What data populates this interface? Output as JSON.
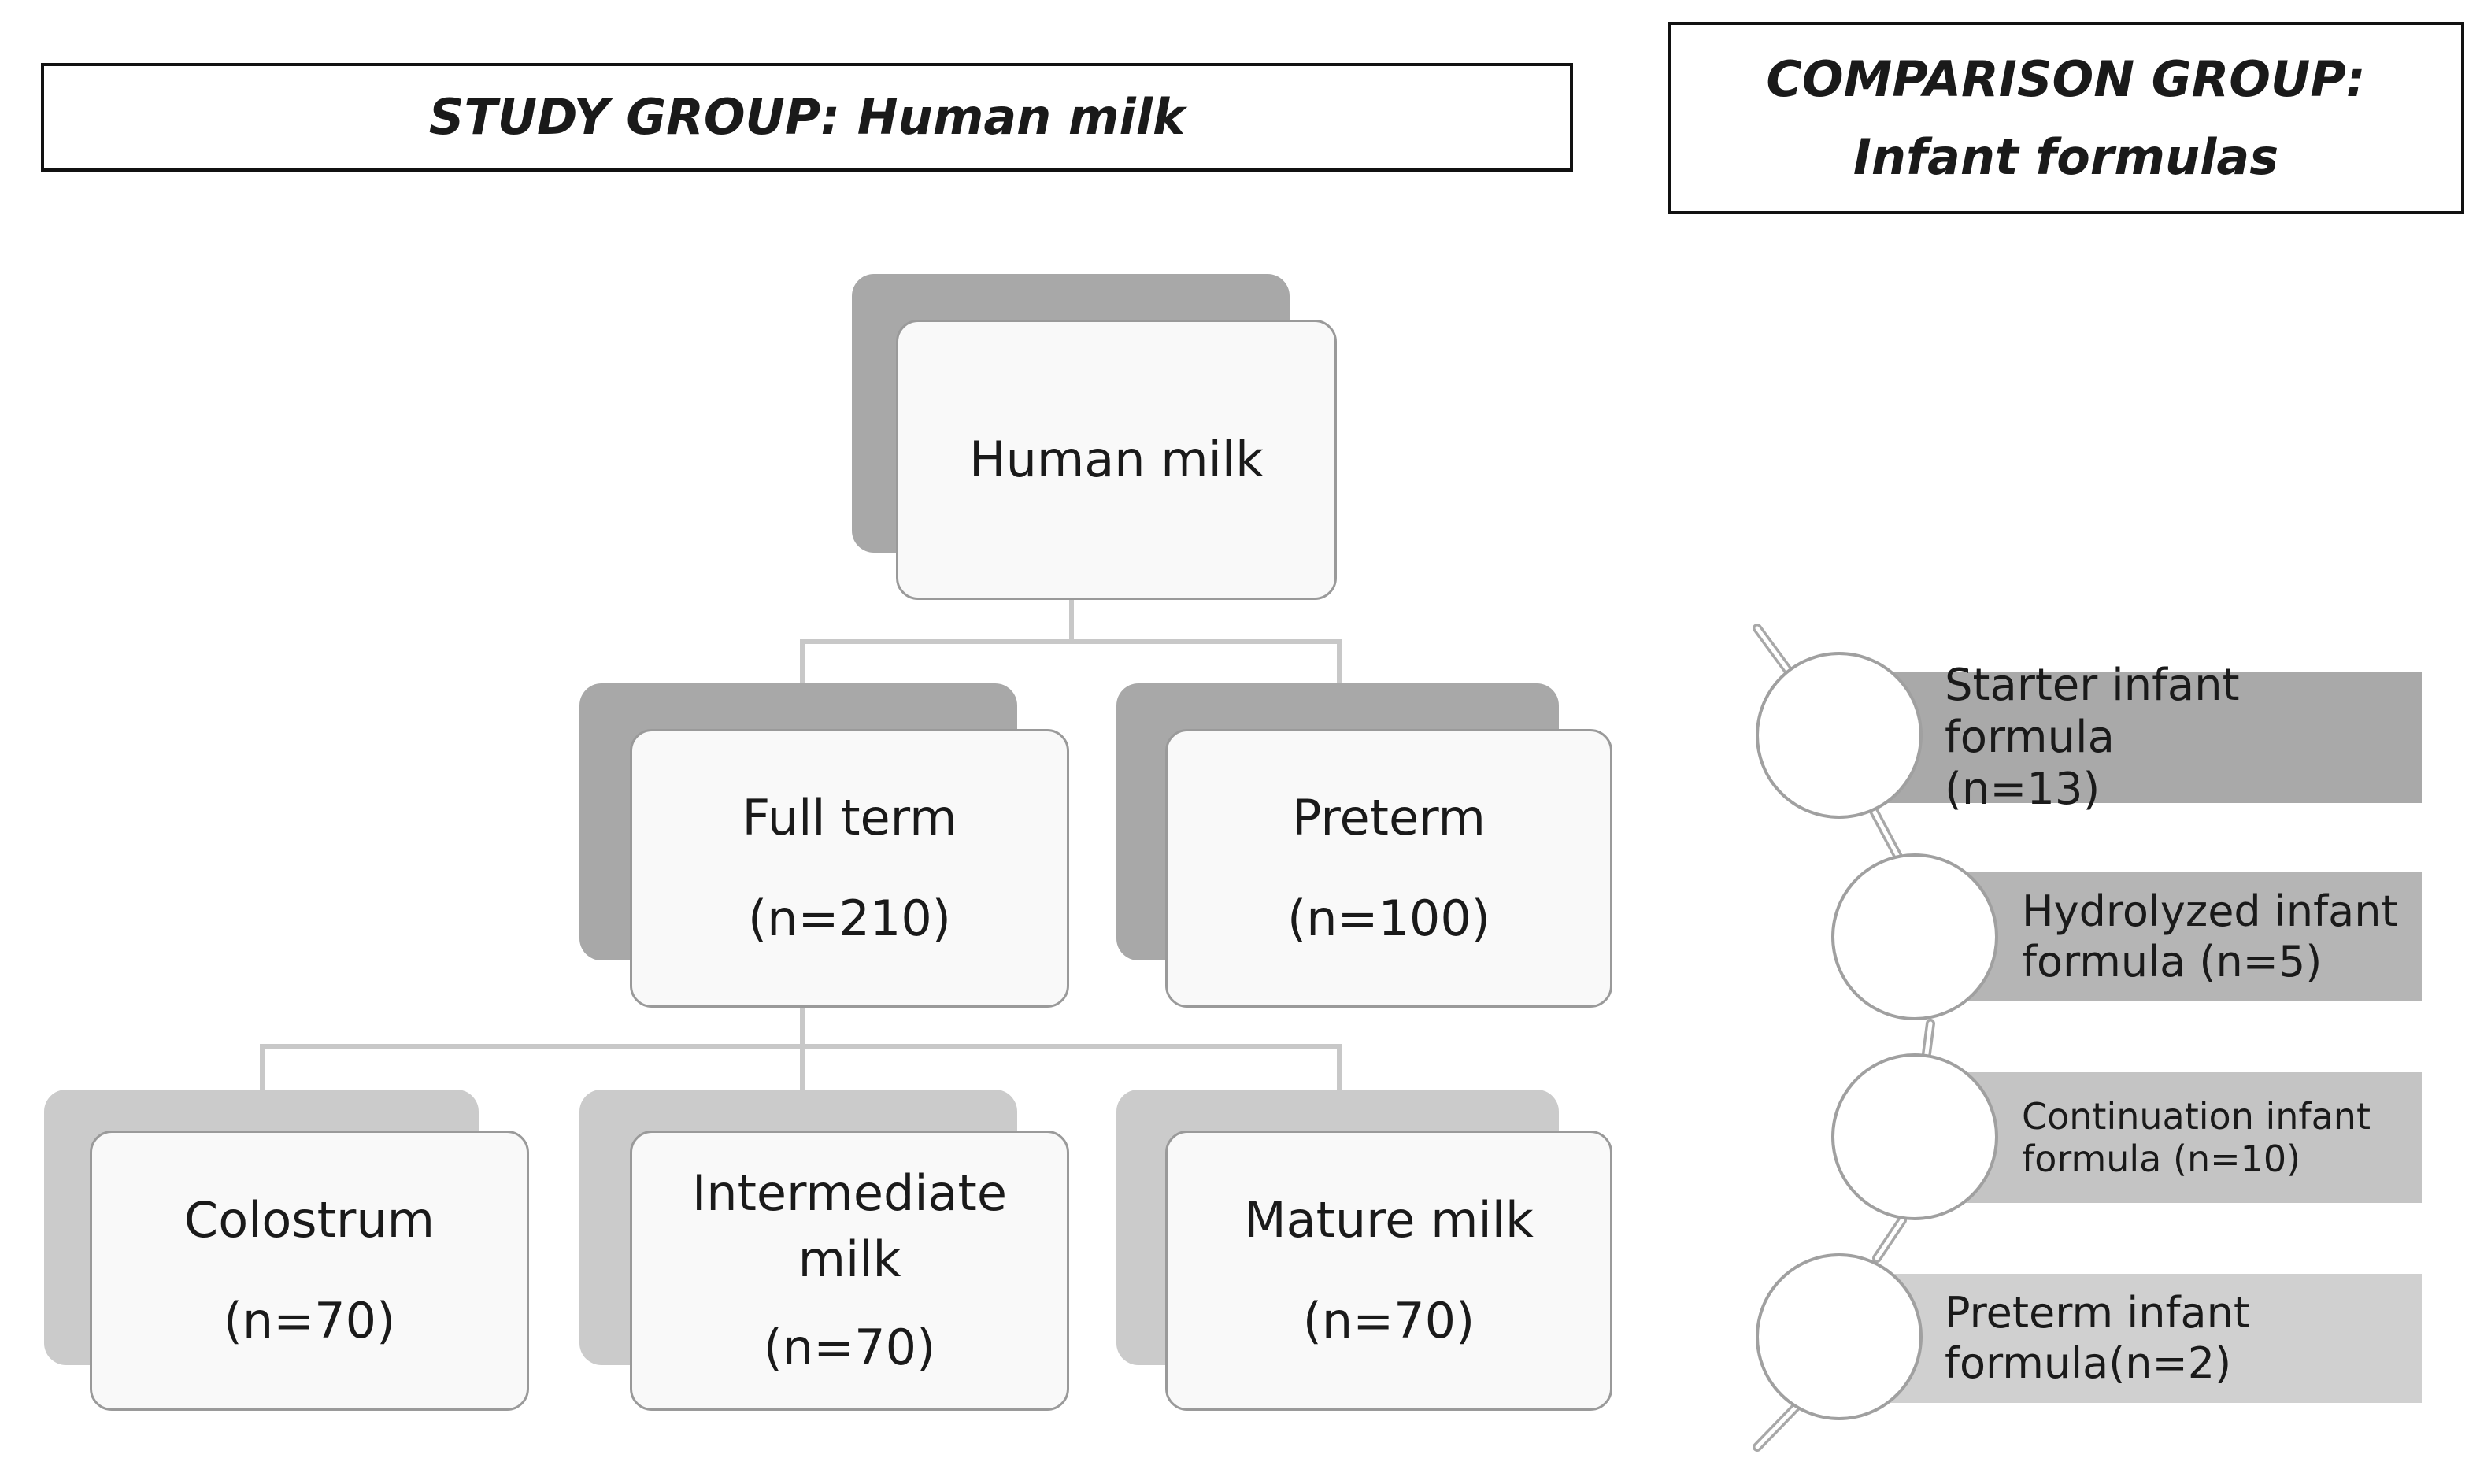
{
  "study_group": {
    "title": "STUDY GROUP: Human milk"
  },
  "comparison_group": {
    "title_line1": "COMPARISON GROUP:",
    "title_line2": "Infant formulas"
  },
  "tree": {
    "root": {
      "label": "Human milk"
    },
    "full_term": {
      "label": "Full term",
      "count": "(n=210)"
    },
    "preterm": {
      "label": "Preterm",
      "count": "(n=100)"
    },
    "colostrum": {
      "label": "Colostrum",
      "count": "(n=70)"
    },
    "intermediate": {
      "label_line1": "Intermediate",
      "label_line2": "milk",
      "count": "(n=70)"
    },
    "mature": {
      "label": "Mature milk",
      "count": "(n=70)"
    }
  },
  "formulas": [
    {
      "line1": "Starter infant formula",
      "line2": "(n=13)",
      "band_color": "#a9a9a9"
    },
    {
      "line1": "Hydrolyzed infant",
      "line2": "formula (n=5)",
      "band_color": "#b5b5b5"
    },
    {
      "line1": "Continuation infant",
      "line2": "formula (n=10)",
      "band_color": "#c4c4c4"
    },
    {
      "line1": "Preterm infant",
      "line2": "formula(n=2)",
      "band_color": "#d0d0d0"
    }
  ]
}
